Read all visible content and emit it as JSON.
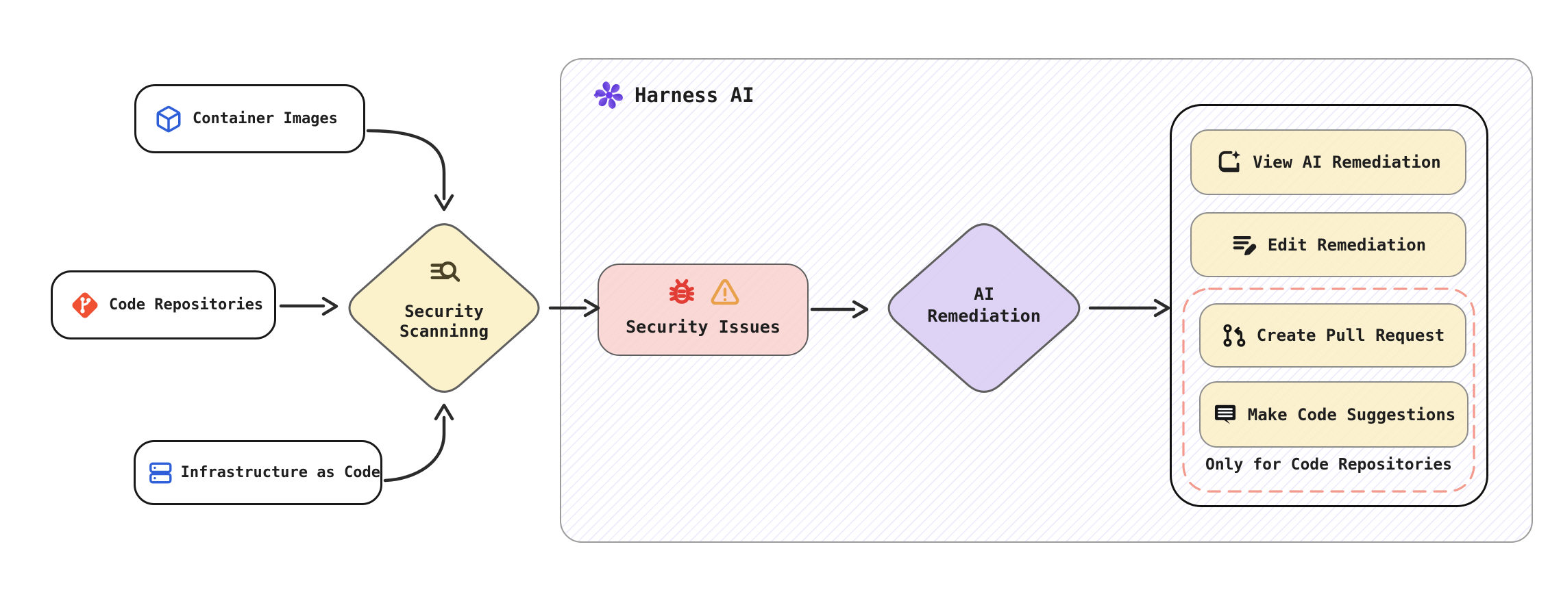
{
  "diagram": {
    "sources": [
      {
        "label": "Container Images"
      },
      {
        "label": "Code Repositories"
      },
      {
        "label": "Infrastructure as Code"
      }
    ],
    "scanning": {
      "line1": "Security",
      "line2": "Scanninng"
    },
    "issues": {
      "label": "Security Issues"
    },
    "harness": {
      "title": "Harness AI"
    },
    "remediation": {
      "line1": "AI",
      "line2": "Remediation"
    },
    "actions": {
      "view": "View AI Remediation",
      "edit": "Edit Remediation",
      "create_pr": "Create Pull Request",
      "suggestions": "Make Code Suggestions",
      "note": "Only for Code Repositories"
    },
    "colors": {
      "node_yellow": "#fbf2cc",
      "button_yellow": "#faefc6",
      "issues_pink": "#f8d3d0",
      "remediation_purple": "#d9cdf4",
      "dashed_salmon": "#f29a8d",
      "harness_purple": "#6d3bee",
      "container_blue": "#2f5fd8",
      "git_red": "#f05133",
      "bug_red": "#e23d35",
      "warning_orange": "#e8a04a",
      "ink": "#1e1e1e"
    }
  }
}
